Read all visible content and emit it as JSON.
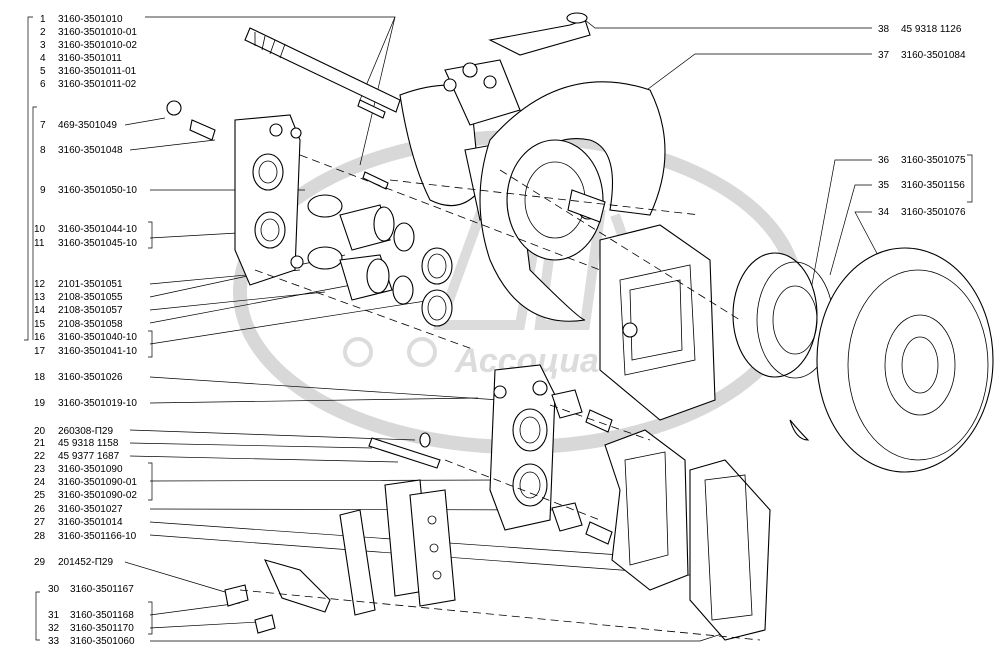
{
  "watermark": {
    "text": "Ассоциация"
  },
  "left_labels": [
    {
      "num": "1",
      "code": "3160-3501010"
    },
    {
      "num": "2",
      "code": "3160-3501010-01"
    },
    {
      "num": "3",
      "code": "3160-3501010-02"
    },
    {
      "num": "4",
      "code": "3160-3501011"
    },
    {
      "num": "5",
      "code": "3160-3501011-01"
    },
    {
      "num": "6",
      "code": "3160-3501011-02"
    },
    {
      "num": "7",
      "code": "469-3501049"
    },
    {
      "num": "8",
      "code": "3160-3501048"
    },
    {
      "num": "9",
      "code": "3160-3501050-10"
    },
    {
      "num": "10",
      "code": "3160-3501044-10"
    },
    {
      "num": "11",
      "code": "3160-3501045-10"
    },
    {
      "num": "12",
      "code": "2101-3501051"
    },
    {
      "num": "13",
      "code": "2108-3501055"
    },
    {
      "num": "14",
      "code": "2108-3501057"
    },
    {
      "num": "15",
      "code": "2108-3501058"
    },
    {
      "num": "16",
      "code": "3160-3501040-10"
    },
    {
      "num": "17",
      "code": "3160-3501041-10"
    },
    {
      "num": "18",
      "code": "3160-3501026"
    },
    {
      "num": "19",
      "code": "3160-3501019-10"
    },
    {
      "num": "20",
      "code": "260308-П29"
    },
    {
      "num": "21",
      "code": "45 9318 1158"
    },
    {
      "num": "22",
      "code": "45 9377 1687"
    },
    {
      "num": "23",
      "code": "3160-3501090"
    },
    {
      "num": "24",
      "code": "3160-3501090-01"
    },
    {
      "num": "25",
      "code": "3160-3501090-02"
    },
    {
      "num": "26",
      "code": "3160-3501027"
    },
    {
      "num": "27",
      "code": "3160-3501014"
    },
    {
      "num": "28",
      "code": "3160-3501166-10"
    },
    {
      "num": "29",
      "code": "201452-П29"
    },
    {
      "num": "30",
      "code": "3160-3501167"
    },
    {
      "num": "31",
      "code": "3160-3501168"
    },
    {
      "num": "32",
      "code": "3160-3501170"
    },
    {
      "num": "33",
      "code": "3160-3501060"
    }
  ],
  "right_labels": [
    {
      "num": "38",
      "code": "45 9318 1126"
    },
    {
      "num": "37",
      "code": "3160-3501084"
    },
    {
      "num": "36",
      "code": "3160-3501075"
    },
    {
      "num": "35",
      "code": "3160-3501156"
    },
    {
      "num": "34",
      "code": "3160-3501076"
    }
  ]
}
